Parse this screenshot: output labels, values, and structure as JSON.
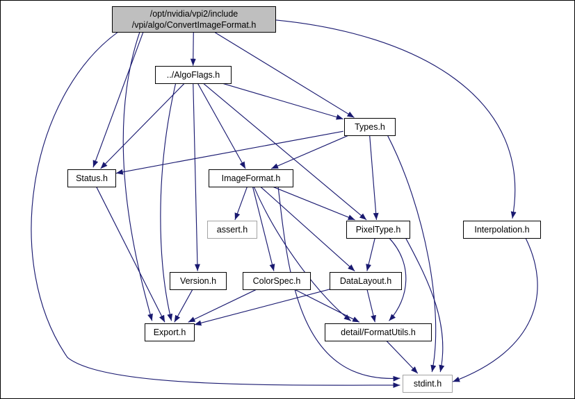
{
  "diagram": {
    "type": "include-dependency-graph",
    "nodes": [
      {
        "id": "convertimageformat",
        "label": "/opt/nvidia/vpi2/include\n/vpi/algo/ConvertImageFormat.h",
        "kind": "current"
      },
      {
        "id": "algoflags",
        "label": "../AlgoFlags.h",
        "kind": "header"
      },
      {
        "id": "types",
        "label": "Types.h",
        "kind": "header"
      },
      {
        "id": "status",
        "label": "Status.h",
        "kind": "header"
      },
      {
        "id": "imageformat",
        "label": "ImageFormat.h",
        "kind": "header"
      },
      {
        "id": "assert",
        "label": "assert.h",
        "kind": "system"
      },
      {
        "id": "pixeltype",
        "label": "PixelType.h",
        "kind": "header"
      },
      {
        "id": "interpolation",
        "label": "Interpolation.h",
        "kind": "header"
      },
      {
        "id": "version",
        "label": "Version.h",
        "kind": "header"
      },
      {
        "id": "colorspec",
        "label": "ColorSpec.h",
        "kind": "header"
      },
      {
        "id": "datalayout",
        "label": "DataLayout.h",
        "kind": "header"
      },
      {
        "id": "export",
        "label": "Export.h",
        "kind": "header"
      },
      {
        "id": "formatutils",
        "label": "detail/FormatUtils.h",
        "kind": "header"
      },
      {
        "id": "stdint",
        "label": "stdint.h",
        "kind": "system"
      }
    ],
    "edges": [
      {
        "from": "convertimageformat",
        "to": "algoflags"
      },
      {
        "from": "convertimageformat",
        "to": "status"
      },
      {
        "from": "convertimageformat",
        "to": "types"
      },
      {
        "from": "convertimageformat",
        "to": "export"
      },
      {
        "from": "convertimageformat",
        "to": "interpolation"
      },
      {
        "from": "convertimageformat",
        "to": "stdint"
      },
      {
        "from": "algoflags",
        "to": "status"
      },
      {
        "from": "algoflags",
        "to": "types"
      },
      {
        "from": "algoflags",
        "to": "imageformat"
      },
      {
        "from": "algoflags",
        "to": "pixeltype"
      },
      {
        "from": "algoflags",
        "to": "version"
      },
      {
        "from": "algoflags",
        "to": "export"
      },
      {
        "from": "types",
        "to": "status"
      },
      {
        "from": "types",
        "to": "imageformat"
      },
      {
        "from": "types",
        "to": "pixeltype"
      },
      {
        "from": "types",
        "to": "stdint"
      },
      {
        "from": "imageformat",
        "to": "assert"
      },
      {
        "from": "imageformat",
        "to": "pixeltype"
      },
      {
        "from": "imageformat",
        "to": "colorspec"
      },
      {
        "from": "imageformat",
        "to": "datalayout"
      },
      {
        "from": "imageformat",
        "to": "formatutils"
      },
      {
        "from": "imageformat",
        "to": "stdint"
      },
      {
        "from": "pixeltype",
        "to": "datalayout"
      },
      {
        "from": "pixeltype",
        "to": "formatutils"
      },
      {
        "from": "pixeltype",
        "to": "stdint"
      },
      {
        "from": "interpolation",
        "to": "stdint"
      },
      {
        "from": "status",
        "to": "export"
      },
      {
        "from": "version",
        "to": "export"
      },
      {
        "from": "colorspec",
        "to": "export"
      },
      {
        "from": "colorspec",
        "to": "formatutils"
      },
      {
        "from": "datalayout",
        "to": "export"
      },
      {
        "from": "datalayout",
        "to": "formatutils"
      },
      {
        "from": "formatutils",
        "to": "stdint"
      }
    ]
  },
  "colors": {
    "edge": "#191970",
    "current_node_bg": "#bfbfbf",
    "node_bg": "#ffffff",
    "node_border": "#000000",
    "system_node_border": "#a3a3a3",
    "canvas_bg": "#ffffff"
  }
}
